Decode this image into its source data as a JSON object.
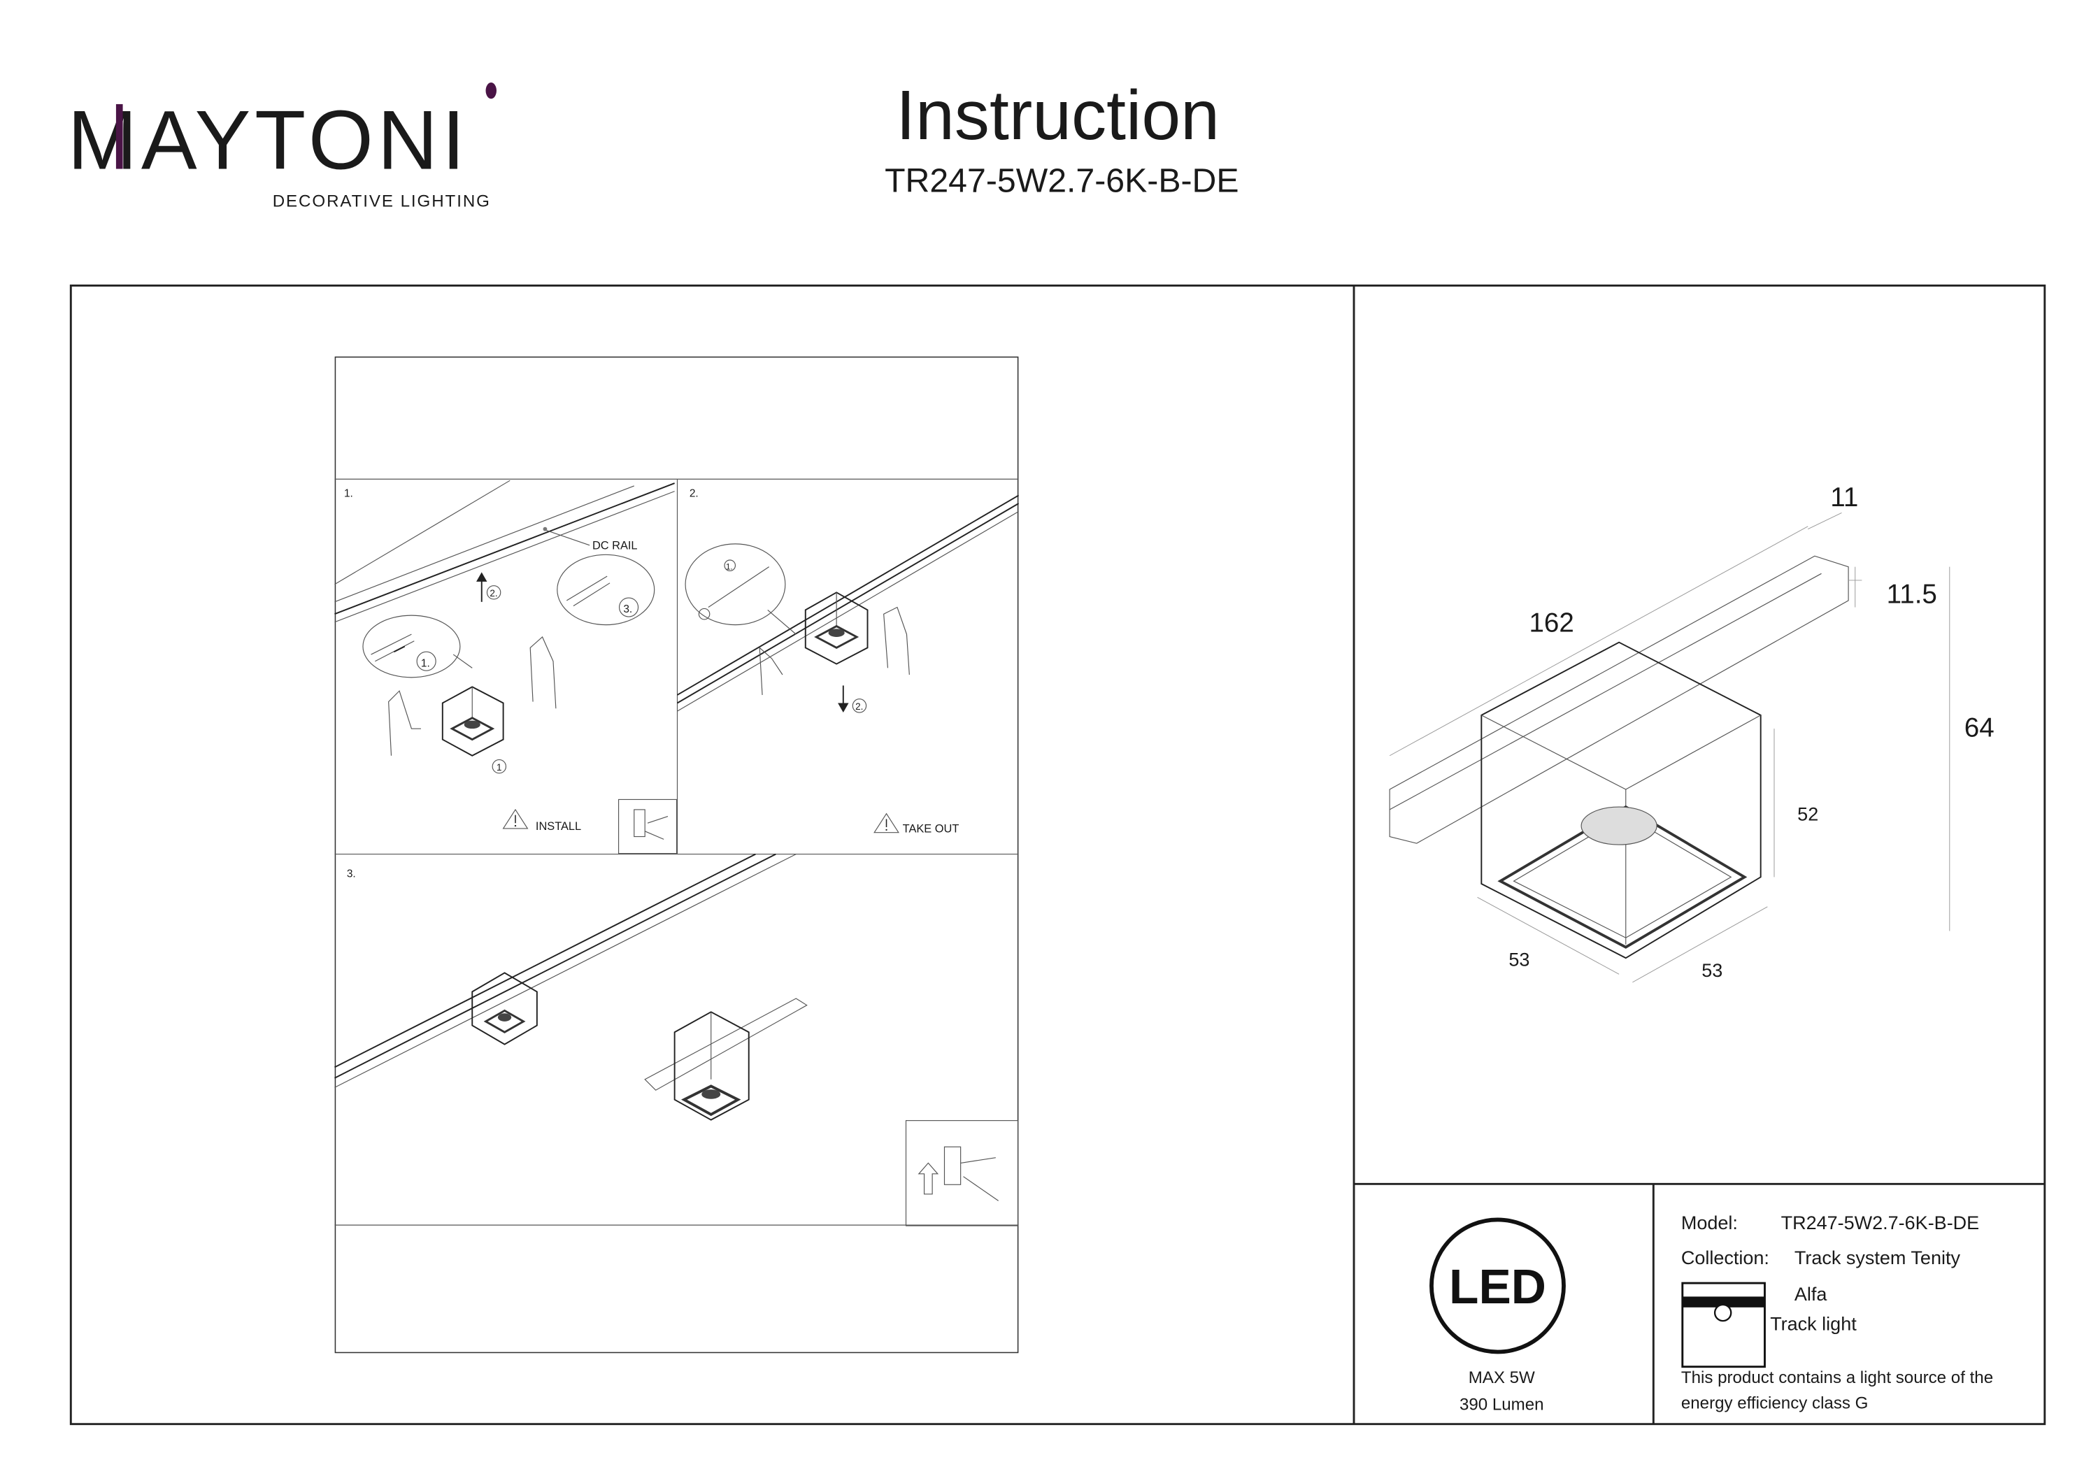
{
  "header": {
    "brand": "MAYTONI",
    "brand_tagline": "DECORATIVE LIGHTING",
    "title": "Instruction",
    "model_code": "TR247-5W2.7-6K-B-DE"
  },
  "colors": {
    "brand_accent": "#4a1446",
    "ink": "#1a1a1a"
  },
  "instructions": {
    "step1": {
      "number": "1.",
      "rail_label": "DC RAIL",
      "sub_steps": [
        "1.",
        "2.",
        "3."
      ],
      "circled": "1",
      "warning_label": "INSTALL"
    },
    "step2": {
      "number": "2.",
      "sub_steps": [
        "1.",
        "2."
      ],
      "warning_label": "TAKE OUT"
    },
    "step3": {
      "number": "3."
    }
  },
  "dimensions": {
    "length": "162",
    "rail_width": "11",
    "rail_height": "11.5",
    "total_height": "64",
    "body_height": "52",
    "depth": "53",
    "width": "53"
  },
  "specs": {
    "led_badge": "LED",
    "max_power": "MAX 5W",
    "lumen": "390 Lumen",
    "model_label": "Model:",
    "model_value": "TR247-5W2.7-6K-B-DE",
    "collection_label": "Collection:",
    "collection_value": "Track system Tenity",
    "sub_collection": "Alfa",
    "type": "Track light",
    "energy_line1": "This product contains a light source of the",
    "energy_line2": "energy efficiency class G"
  }
}
